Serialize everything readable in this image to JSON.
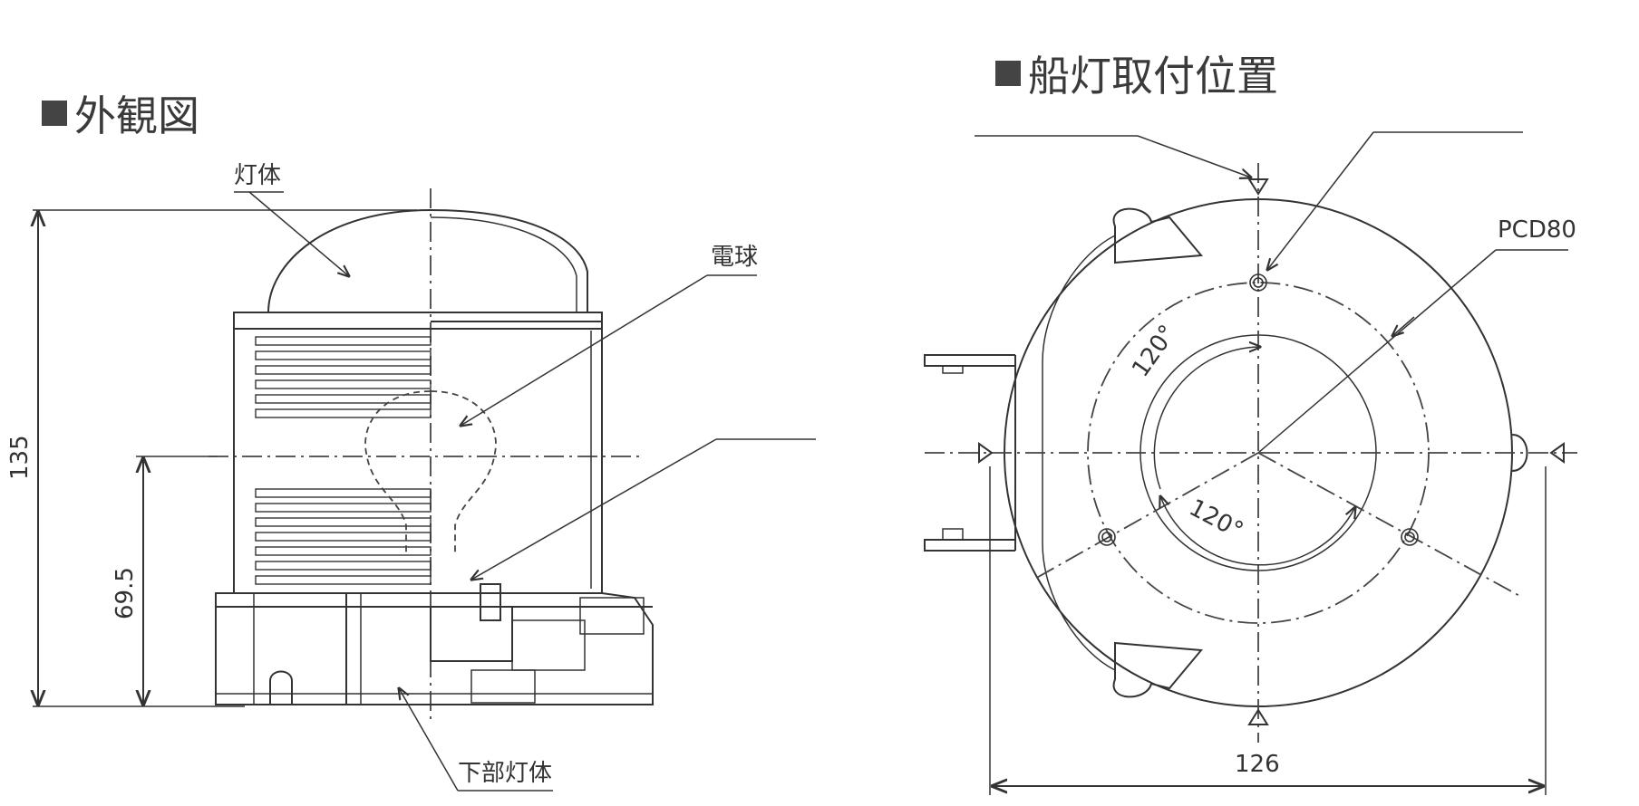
{
  "left_panel": {
    "heading": "外観図",
    "labels": {
      "body": "灯体",
      "bulb": "電球",
      "lower_body": "下部灯体",
      "height_total": "135",
      "height_center": "69.5"
    }
  },
  "right_panel": {
    "heading": "船灯取付位置",
    "labels": {
      "pcd": "PCD80",
      "angle_top": "120°",
      "angle_bottom": "120°",
      "width": "126"
    }
  }
}
